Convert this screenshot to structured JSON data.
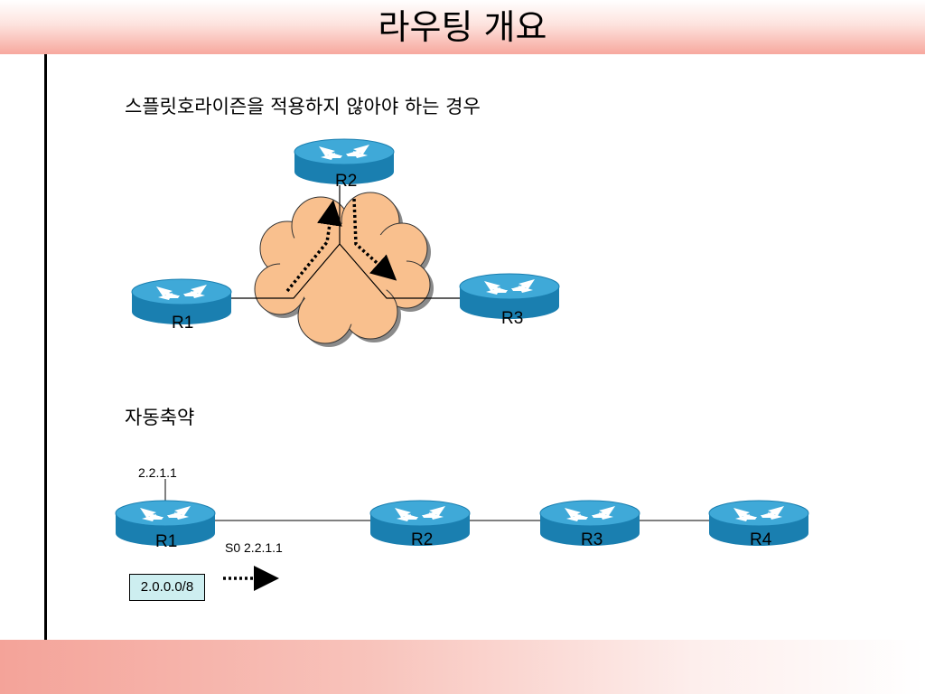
{
  "slide": {
    "title": "라우팅 개요"
  },
  "section1": {
    "heading": "스플릿호라이즌을 적용하지 않아야 하는 경우",
    "routers": {
      "r1": "R1",
      "r2": "R2",
      "r3": "R3"
    }
  },
  "section2": {
    "heading": "자동축약",
    "routers": {
      "r1": "R1",
      "r2": "R2",
      "r3": "R3",
      "r4": "R4"
    },
    "ip_label": "2.2.1.1",
    "interface_label": "S0 2.2.1.1",
    "advertised_prefix": "2.0.0.0/8"
  },
  "colors": {
    "router_blue": "#1a8fc4",
    "router_top": "#3fa9d8",
    "cloud_fill": "#f9c08e",
    "prefix_box": "#cdeef0"
  }
}
